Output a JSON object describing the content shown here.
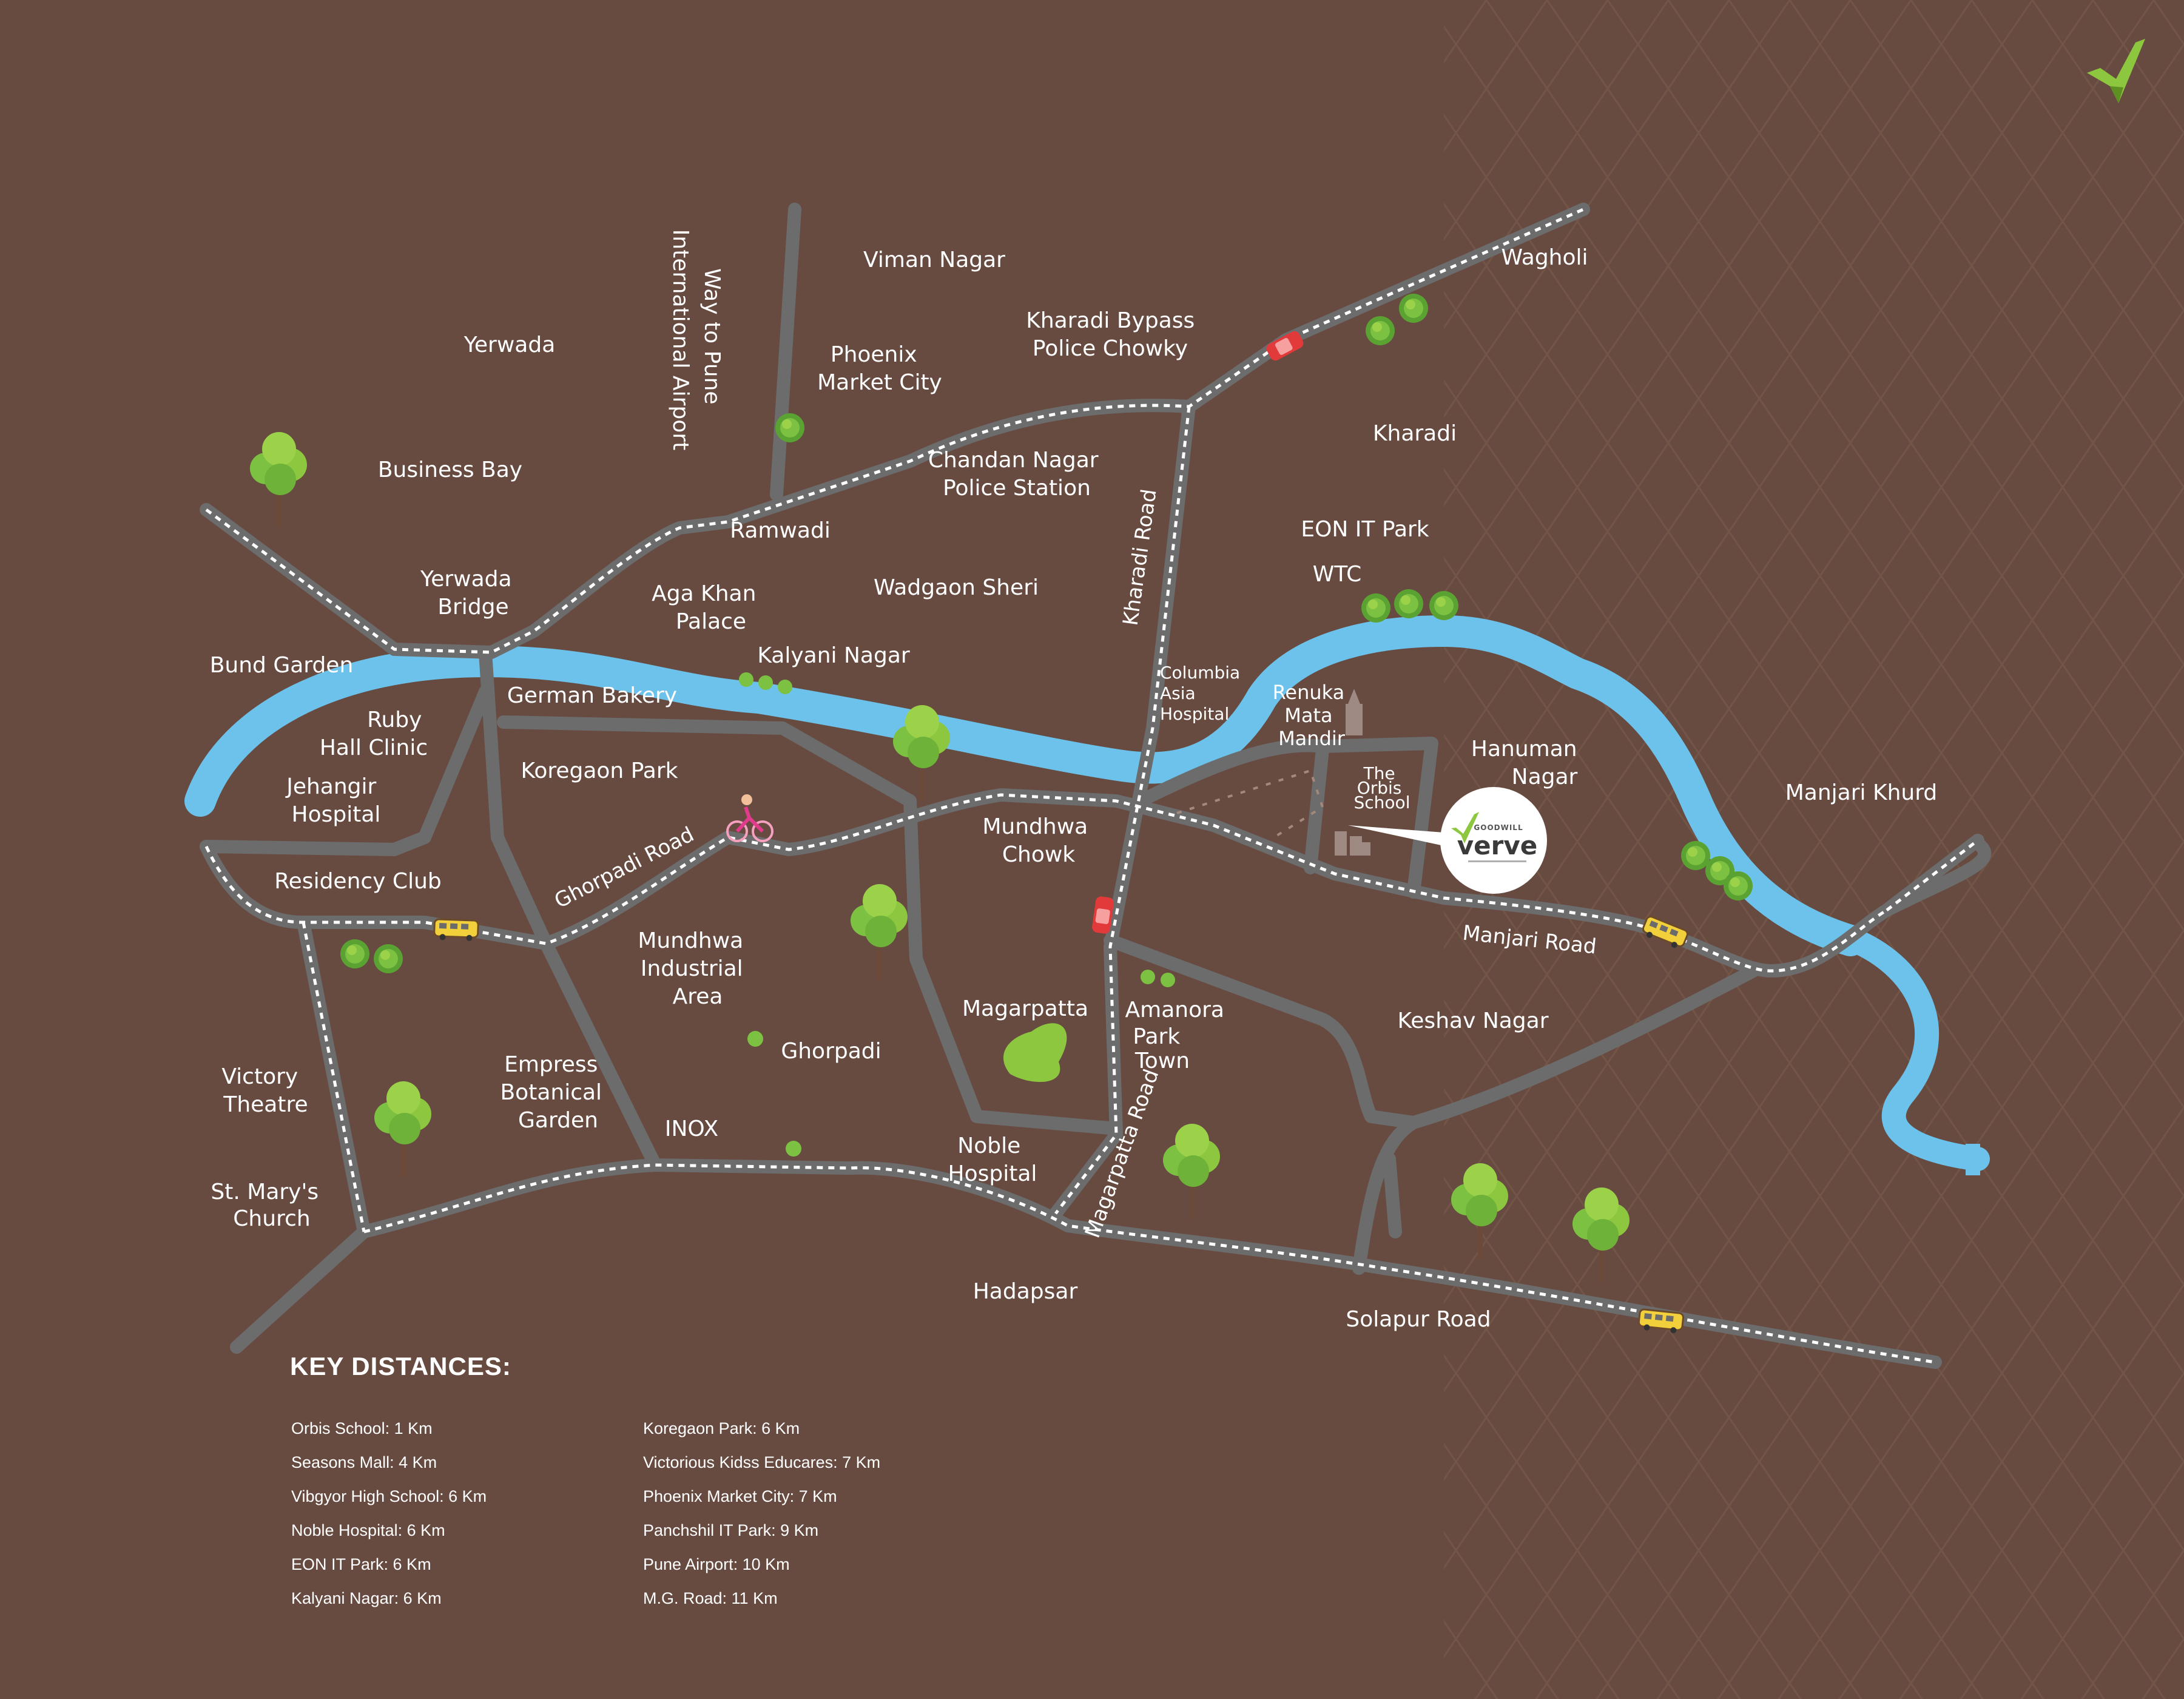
{
  "map": {
    "places": {
      "viman_nagar": "Viman Nagar",
      "yerwada": "Yerwada",
      "phoenix": [
        "Phoenix",
        "Market City"
      ],
      "kharadi_bypass": [
        "Kharadi Bypass",
        "Police Chowky"
      ],
      "wagholi": "Wagholi",
      "business_bay": "Business Bay",
      "chandan_nagar": [
        "Chandan Nagar",
        "Police Station"
      ],
      "kharadi": "Kharadi",
      "ramwadi": "Ramwadi",
      "eon_it_park": "EON IT Park",
      "yerwada_bridge": [
        "Yerwada",
        "Bridge"
      ],
      "aga_khan": [
        "Aga Khan",
        "Palace"
      ],
      "wadgaon_sheri": "Wadgaon Sheri",
      "wtc": "WTC",
      "bund_garden": "Bund Garden",
      "kalyani_nagar": "Kalyani Nagar",
      "columbia": [
        "Columbia",
        "Asia",
        "Hospital"
      ],
      "renuka": [
        "Renuka",
        "Mata",
        "Mandir"
      ],
      "german_bakery": "German Bakery",
      "ruby_hall": [
        "Ruby",
        "Hall Clinic"
      ],
      "hanuman_nagar": [
        "Hanuman",
        "Nagar"
      ],
      "koregaon_park": "Koregaon Park",
      "orbis_school": [
        "The",
        "Orbis",
        "School"
      ],
      "jehangir": [
        "Jehangir",
        "Hospital"
      ],
      "manjari_khurd": "Manjari Khurd",
      "mundhwa_chowk": [
        "Mundhwa",
        "Chowk"
      ],
      "residency_club": "Residency Club",
      "mundhwa_industrial": [
        "Mundhwa",
        "Industrial",
        "Area"
      ],
      "magarpatta": "Magarpatta",
      "amanora": [
        "Amanora",
        "Park",
        "Town"
      ],
      "keshav_nagar": "Keshav Nagar",
      "ghorpadi": "Ghorpadi",
      "empress": [
        "Empress",
        "Botanical",
        "Garden"
      ],
      "victory_theatre": [
        "Victory",
        "Theatre"
      ],
      "inox": "INOX",
      "noble_hospital": [
        "Noble",
        "Hospital"
      ],
      "st_marys": [
        "St. Mary's",
        "Church"
      ],
      "hadapsar": "Hadapsar",
      "solapur_road": "Solapur Road"
    },
    "roads": {
      "airport": [
        "Way to Pune",
        "International Airport"
      ],
      "kharadi_road": "Kharadi Road",
      "ghorpadi_road": "Ghorpadi Road",
      "manjari_road": "Manjari Road",
      "magarpatta_road": "Magarpatta Road"
    },
    "project_logo": {
      "brand": "GOODWILL",
      "name": "verve"
    },
    "colors": {
      "background": "#674b40",
      "road": "#6c6c6d",
      "river": "#6cc2ea",
      "tree": "#7cc142",
      "accent": "#8dc63f"
    },
    "icons": [
      "checkmark-logo-icon",
      "car-icon",
      "bus-icon",
      "cyclist-icon",
      "tree-icon",
      "temple-icon",
      "school-icon"
    ]
  },
  "key": {
    "title": "KEY DISTANCES:",
    "col1": [
      "Orbis School: 1 Km",
      "Seasons Mall: 4 Km",
      "Vibgyor High School: 6 Km",
      "Noble Hospital: 6 Km",
      "EON IT Park: 6 Km",
      "Kalyani Nagar: 6 Km"
    ],
    "col2": [
      "Koregaon Park: 6 Km",
      "Victorious Kidss Educares: 7 Km",
      "Phoenix Market City: 7 Km",
      "Panchshil IT Park: 9 Km",
      "Pune Airport: 10 Km",
      "M.G. Road: 11 Km"
    ]
  }
}
